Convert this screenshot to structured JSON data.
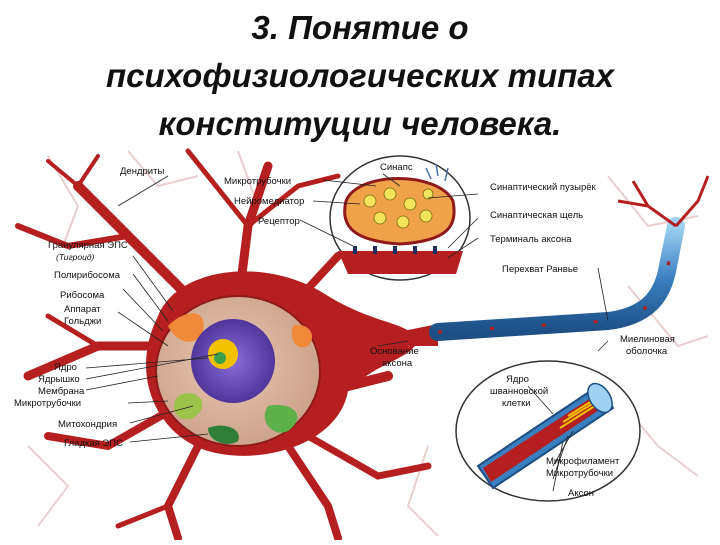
{
  "title": {
    "line1": "3. Понятие о",
    "line2": "психофизиологических типах",
    "line3": "конституции человека."
  },
  "colors": {
    "neuron_body": "#b51f1f",
    "dendrite_light": "#d8a7a7",
    "myelin": "#3a7fc0",
    "nucleus": "#5b3fa5",
    "nucleolus": "#f2c200",
    "synapse_fill": "#f0a24a",
    "axon_core": "#c0201a"
  },
  "labels": {
    "dendrites": "Дендриты",
    "microtubules_top": "Микротрубочки",
    "neurotransmitter": "Нейромедиатор",
    "receptor": "Рецептор",
    "synapse": "Синапс",
    "synaptic_vesicle": "Синаптический пузырёк",
    "synaptic_cleft": "Синаптическая щель",
    "axon_terminal": "Терминаль аксона",
    "ranvier_node": "Перехват Ранвье",
    "granular_er": "Гранулярная ЭПС",
    "tigroid": "(Тигроид)",
    "polyribosome": "Полирибосома",
    "ribosome": "Рибосома",
    "golgi_line1": "Аппарат",
    "golgi_line2": "Гольджи",
    "nucleus": "Ядро",
    "nucleolus": "Ядрышко",
    "membrane": "Мембрана",
    "microtubules_mid": "Микротрубочки",
    "mitochondria": "Митохондрия",
    "smooth_er": "Гладкая ЭПС",
    "axon_hillock_line1": "Основание",
    "axon_hillock_line2": "аксона",
    "myelin_line1": "Миелиновая",
    "myelin_line2": "оболочка",
    "schwann_line1": "Ядро",
    "schwann_line2": "шванновской",
    "schwann_line3": "клетки",
    "microfilament": "Микрофиламент",
    "microtubules_bottom": "Микротрубочки",
    "axon": "Аксон"
  }
}
